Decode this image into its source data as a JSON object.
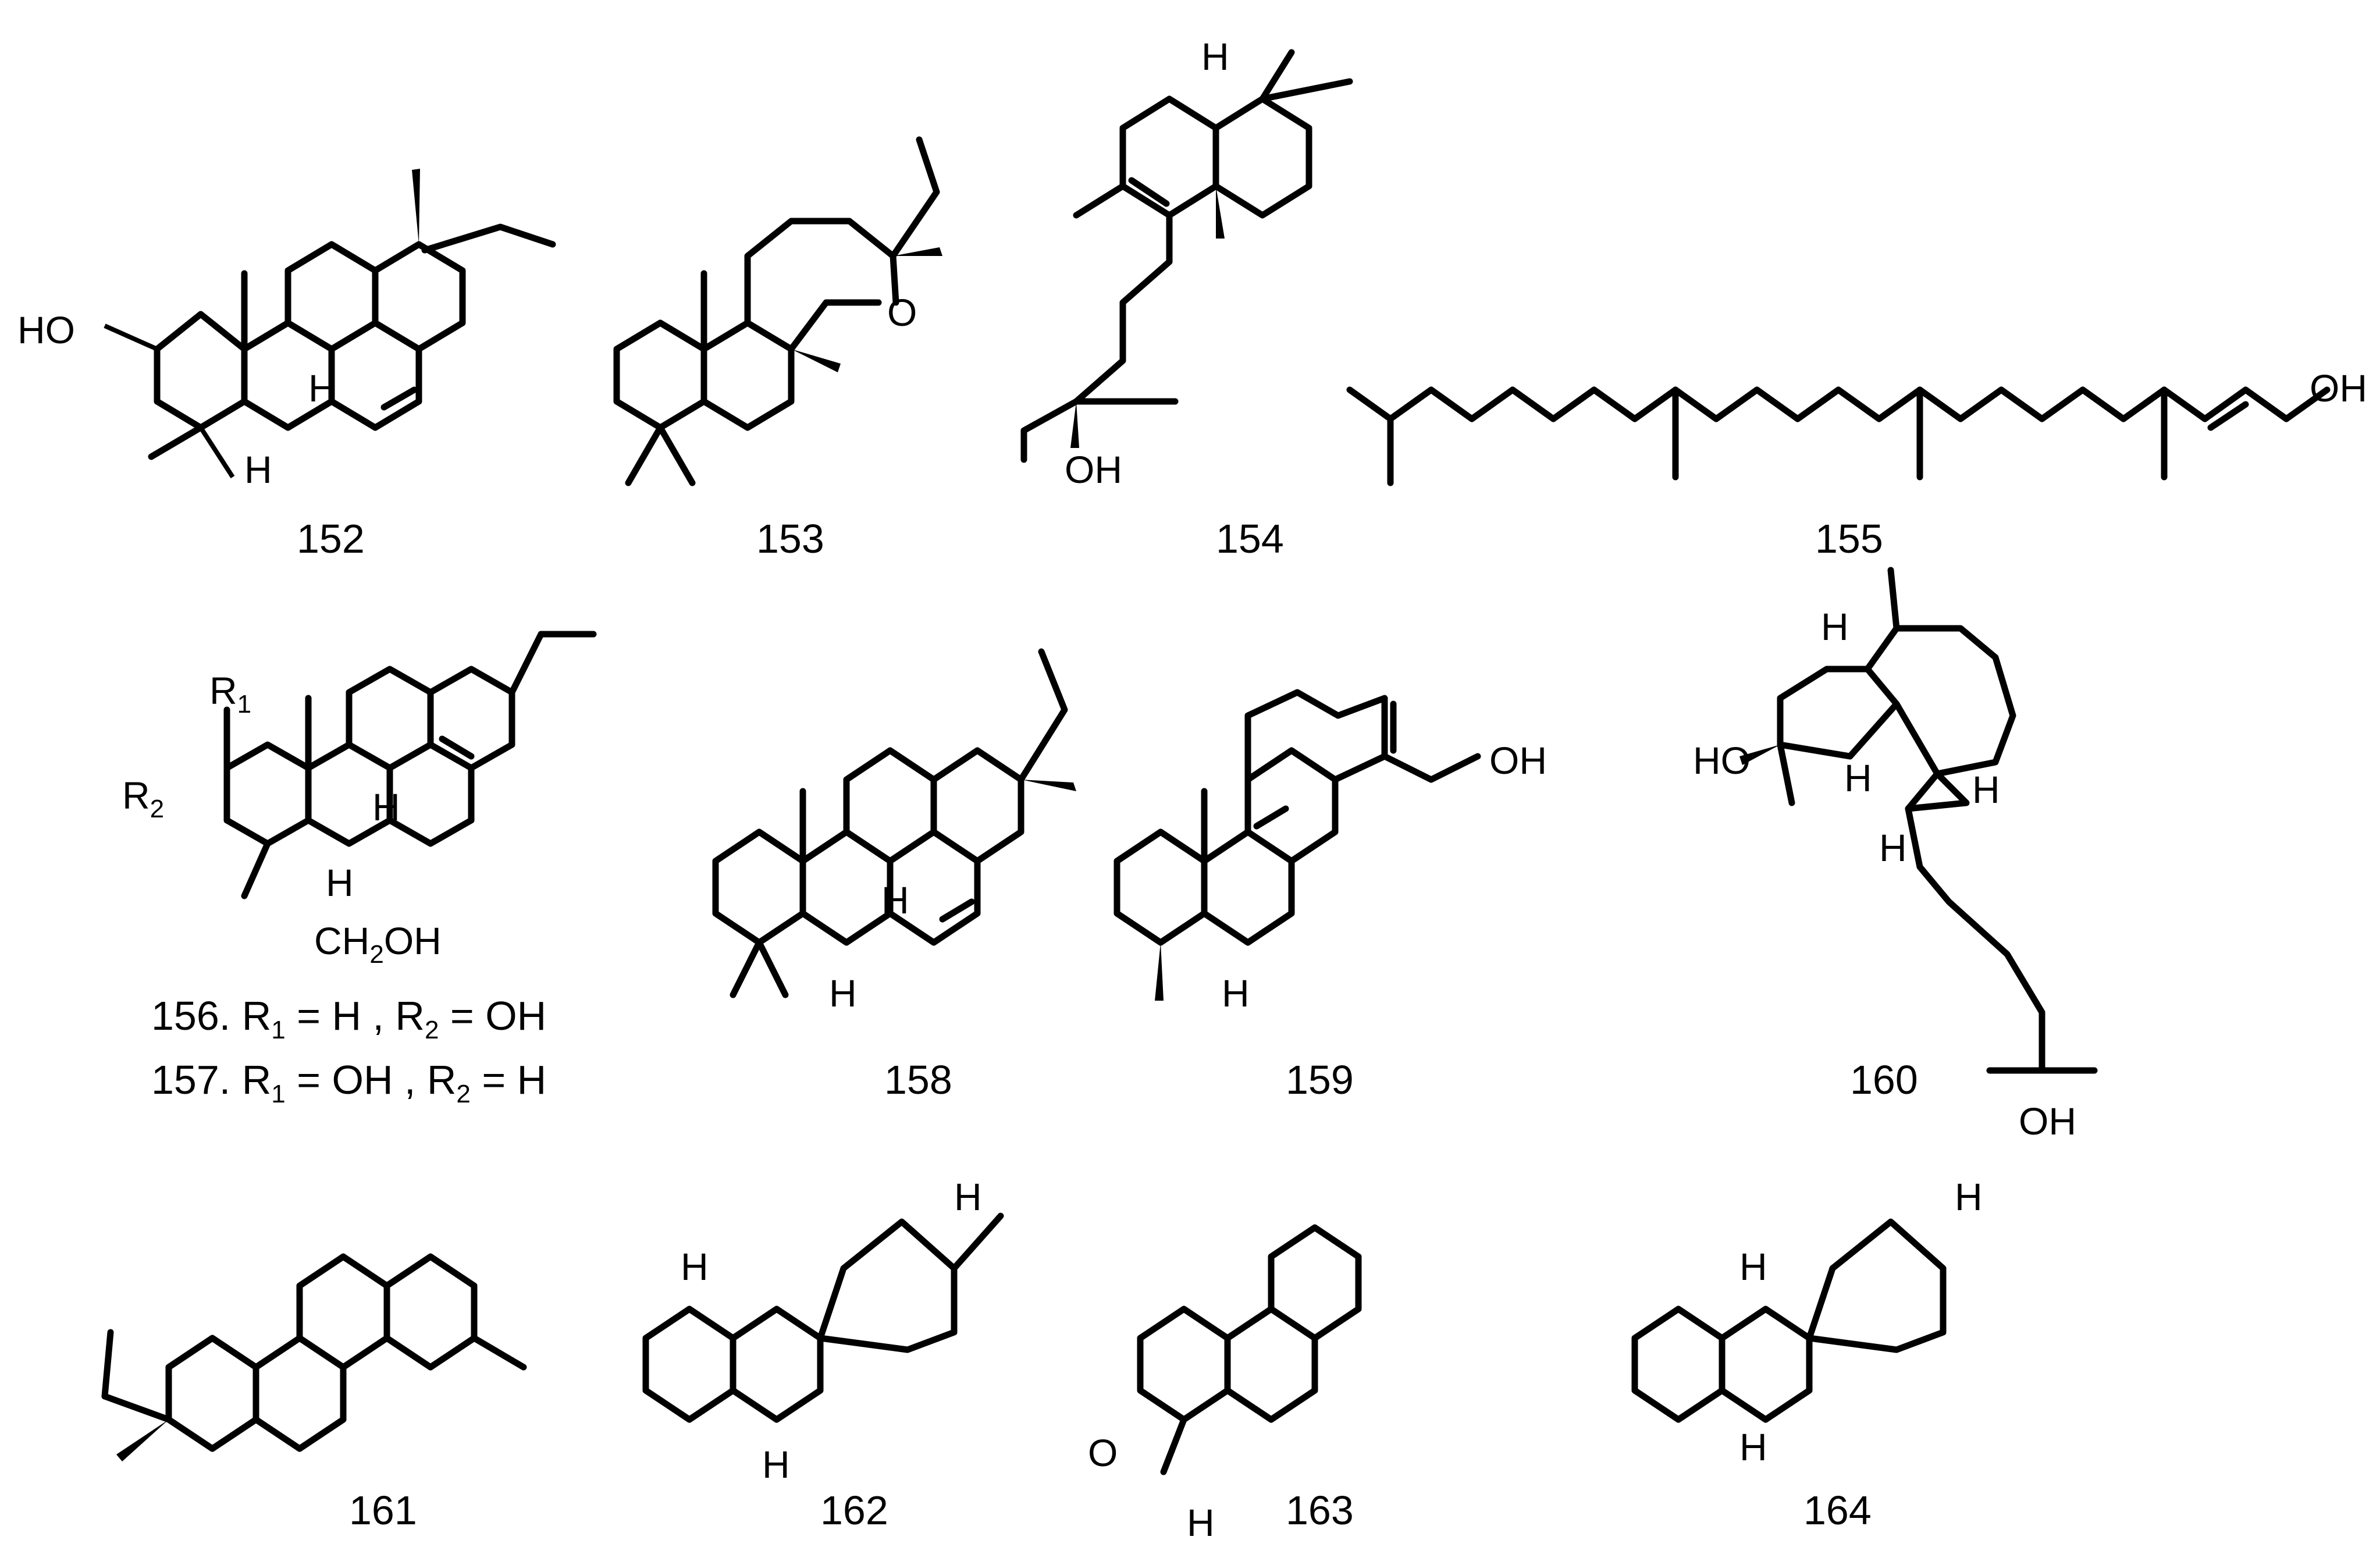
{
  "compounds": [
    {
      "id": "152",
      "label": "152"
    },
    {
      "id": "153",
      "label": "153"
    },
    {
      "id": "154",
      "label": "154"
    },
    {
      "id": "155",
      "label": "155"
    },
    {
      "id": "156",
      "label": "156. R1 = H , R2 = OH"
    },
    {
      "id": "157",
      "label": "157. R1 = OH , R2 = H"
    },
    {
      "id": "158",
      "label": "158"
    },
    {
      "id": "159",
      "label": "159"
    },
    {
      "id": "160",
      "label": "160"
    },
    {
      "id": "161",
      "label": "161"
    },
    {
      "id": "162",
      "label": "162"
    },
    {
      "id": "163",
      "label": "163"
    },
    {
      "id": "164",
      "label": "164"
    }
  ],
  "atoms": {
    "OH": "OH",
    "HO": "HO",
    "O": "O",
    "H": "H",
    "CH2OH": "CH2OH",
    "R": "R"
  },
  "caption_parts": {
    "c156": {
      "num": "156.",
      "r1": "R",
      "s1": "1",
      "eq1": "= H ,",
      "r2": "R",
      "s2": "2",
      "eq2": "= OH"
    },
    "c157": {
      "num": "157.",
      "r1": "R",
      "s1": "1",
      "eq1": "= OH ,",
      "r2": "R",
      "s2": "2",
      "eq2": "= H"
    }
  }
}
